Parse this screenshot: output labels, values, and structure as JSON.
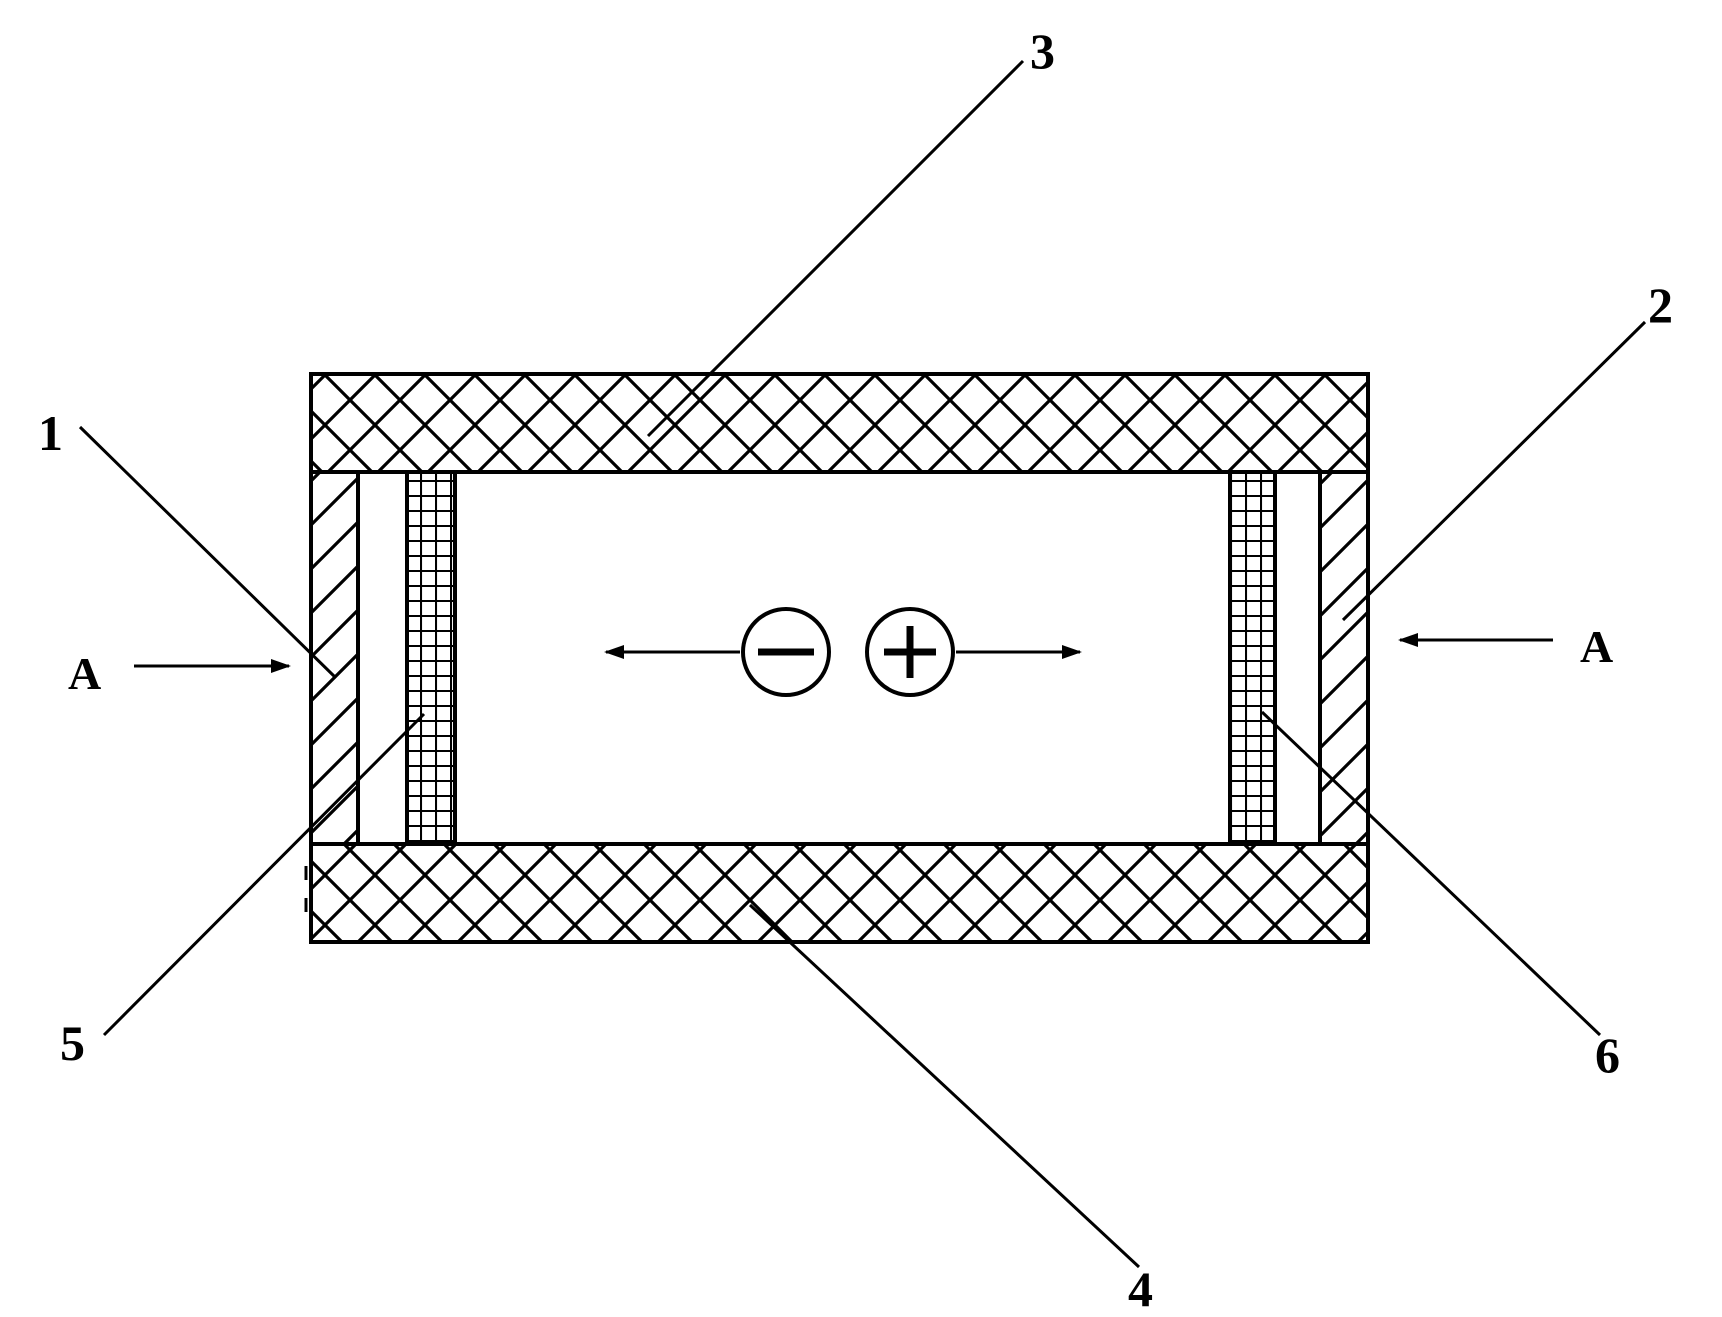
{
  "figure": {
    "reference_numerals": {
      "electrode_left": "1",
      "electrode_right": "2",
      "top_plate": "3",
      "bottom_plate": "4",
      "grid_left": "5",
      "grid_right": "6"
    },
    "section_marker": {
      "left": "A",
      "right": "A"
    },
    "ions": {
      "negative_symbol": "negative-ion",
      "positive_symbol": "positive-ion"
    },
    "colors": {
      "line": "#000000",
      "background": "#ffffff"
    }
  }
}
